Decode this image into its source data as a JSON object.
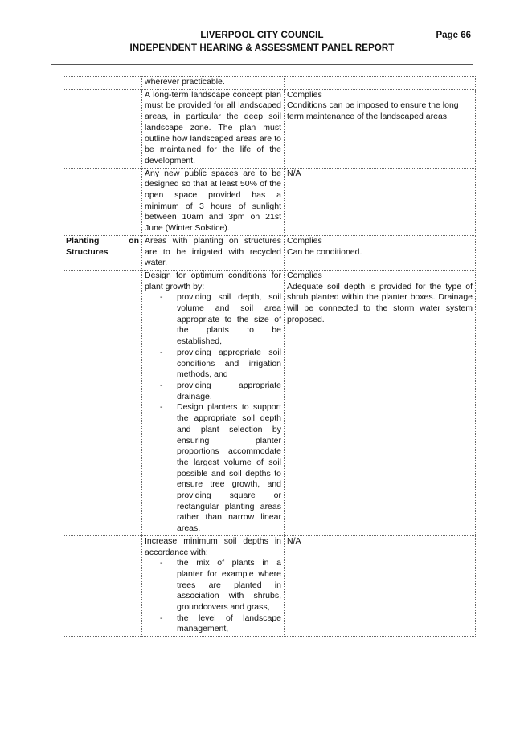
{
  "header": {
    "council": "LIVERPOOL CITY COUNCIL",
    "report_title": "INDEPENDENT HEARING & ASSESSMENT PANEL REPORT",
    "page": "Page 66"
  },
  "rows": [
    {
      "section": "",
      "requirement": "wherever practicable.",
      "status": "",
      "comment": ""
    },
    {
      "section": "",
      "requirement": "A long-term landscape concept plan must be provided for all landscaped areas, in particular the deep soil landscape zone. The plan must outline how landscaped areas are to be maintained for the life of the development.",
      "status": "Complies",
      "comment": "Conditions can be imposed to ensure the long term maintenance of the landscaped areas."
    },
    {
      "section": "",
      "requirement": "Any new public spaces are to be designed so that at least 50% of the open space provided has a minimum of 3 hours of sunlight between 10am and 3pm on 21st June (Winter Solstice).",
      "status": "N/A",
      "comment": ""
    },
    {
      "section_line1": "Planting on",
      "section_line2": "Structures",
      "requirement": "Areas with planting on structures are to be irrigated with recycled water.",
      "status": "Complies",
      "comment": "Can be conditioned."
    },
    {
      "section": "",
      "requirement": "Design for optimum conditions for plant growth by:",
      "bullets": [
        "providing soil depth, soil volume and soil area appropriate to the size of the plants to be established,",
        "providing appropriate soil conditions and irrigation methods, and",
        "providing appropriate drainage.",
        "Design planters to support the appropriate soil depth and plant selection by ensuring planter proportions accommodate the largest volume of soil possible and soil depths to ensure tree growth, and providing square or rectangular planting areas rather than narrow linear areas."
      ],
      "status": "Complies",
      "comment": "Adequate soil depth is provided for the type of shrub planted within the planter boxes. Drainage will be connected to the storm water system proposed."
    },
    {
      "section": "",
      "requirement": "Increase minimum soil depths in accordance with:",
      "bullets": [
        "the mix of plants in a planter for example where trees are planted in association with shrubs, groundcovers and grass,",
        "the level of landscape management,"
      ],
      "status": "N/A",
      "comment": ""
    }
  ]
}
